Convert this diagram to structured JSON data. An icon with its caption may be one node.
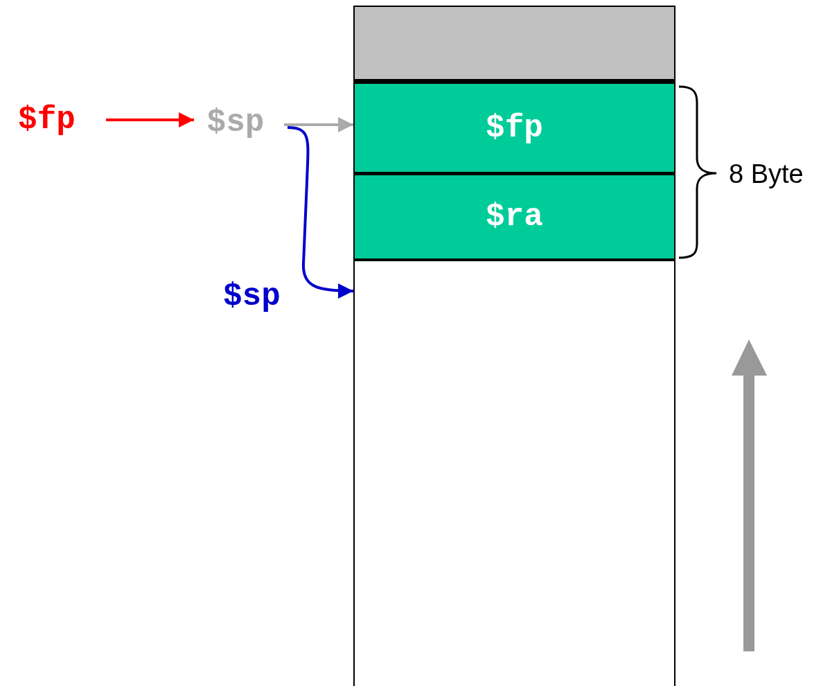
{
  "diagram": {
    "nodes": [
      {
        "text": [
          "$fp"
        ]
      },
      {
        "text": [
          "$sp"
        ]
      },
      {
        "text": [],
        "shape": "box"
      },
      {
        "text": [
          "$fp"
        ]
      },
      {
        "text": [
          "$ra"
        ]
      },
      {
        "text": [],
        "shape": "box"
      }
    ],
    "edges": [
      {
        "from": 0,
        "to": 1,
        "arrow": "to",
        "color": "#ff0000"
      },
      {
        "from": 1,
        "to": 3,
        "arrow": "to",
        "color": "#aaaaaa"
      },
      {
        "from": 1,
        "to": 5,
        "arrow": "to",
        "color": "#0000cc"
      }
    ],
    "labels": [
      "8 Byte",
      "$sp"
    ]
  }
}
